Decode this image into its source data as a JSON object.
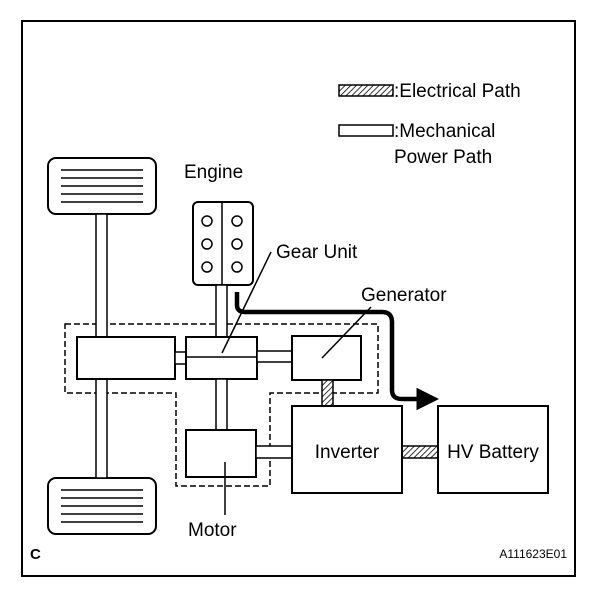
{
  "legend": {
    "electrical_label": ":Electrical Path",
    "mechanical_label_line1": ":Mechanical",
    "mechanical_label_line2": "Power Path"
  },
  "components": {
    "engine": "Engine",
    "gear_unit": "Gear Unit",
    "generator": "Generator",
    "inverter": "Inverter",
    "hv_battery": "HV Battery",
    "motor": "Motor"
  },
  "corner_letter": "C",
  "figure_id": "A111623E01"
}
